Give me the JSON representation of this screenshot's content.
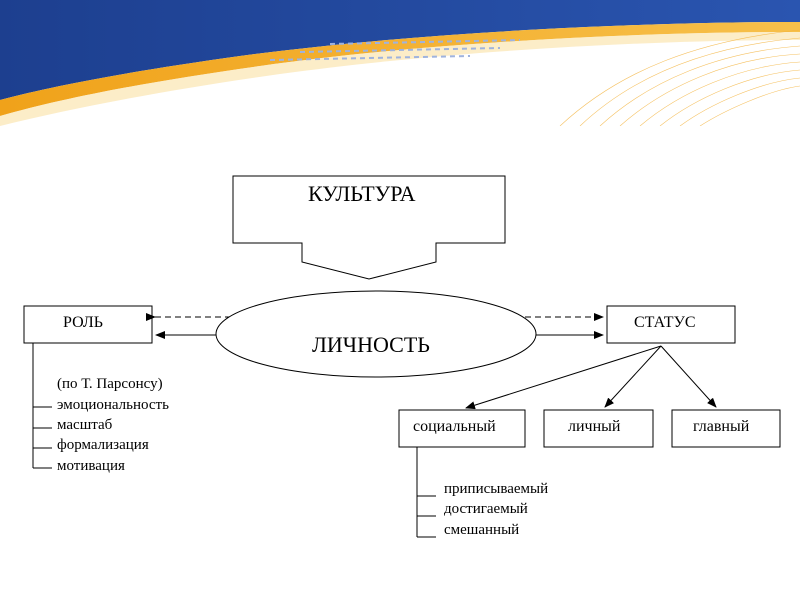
{
  "culture_label": "КУЛЬТУРА",
  "personality_label": "ЛИЧНОСТЬ",
  "role": {
    "label": "РОЛЬ",
    "source_note": "(по Т. Парсонсу)",
    "attributes": [
      "эмоциональность",
      "масштаб",
      "формализация",
      "мотивация"
    ]
  },
  "status": {
    "label": "СТАТУС",
    "types": [
      "социальный",
      "личный",
      "главный"
    ],
    "social_subtypes": [
      "приписываемый",
      "достигаемый",
      "смешанный"
    ]
  }
}
